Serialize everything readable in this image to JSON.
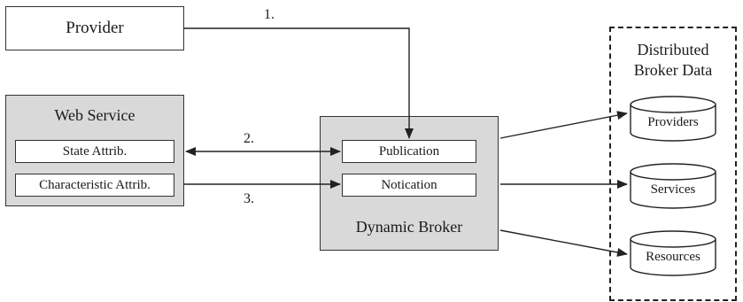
{
  "provider": {
    "label": "Provider"
  },
  "web_service": {
    "title": "Web Service",
    "state_attrib": "State Attrib.",
    "characteristic_attrib": "Characteristic Attrib."
  },
  "dynamic_broker": {
    "title": "Dynamic Broker",
    "publication": "Publication",
    "notication": "Notication"
  },
  "distributed_data": {
    "title_line1": "Distributed",
    "title_line2": "Broker Data",
    "stores": [
      "Providers",
      "Services",
      "Resources"
    ]
  },
  "steps": [
    "1.",
    "2.",
    "3."
  ]
}
